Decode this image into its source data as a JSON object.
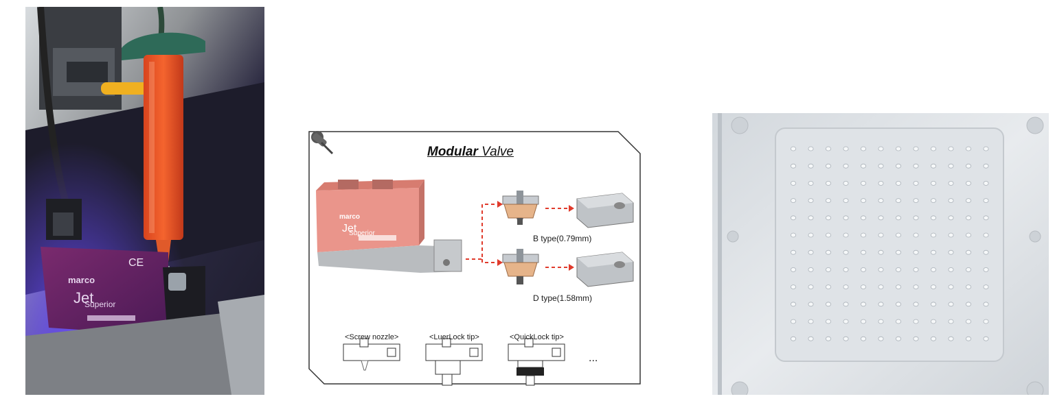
{
  "photo": {
    "brand": "marco",
    "product_main": "Jet",
    "product_sub": "Superior",
    "mark": "CE"
  },
  "diagram": {
    "title_strong": "Modular",
    "title_rest": " Valve",
    "brand": "marco",
    "product_main": "Jet",
    "product_sub": "Superior",
    "nozzle_b_label": "B type(0.79mm)",
    "nozzle_d_label": "D type(1.58mm)",
    "tip_screw_label": "<Screw nozzle>",
    "tip_luer_label": "<LuerLock tip>",
    "tip_quick_label": "<QuickLock tip>",
    "more_label": "...",
    "arrow_color": "#e03a2b",
    "valve_color": "#e88a7e"
  },
  "plate": {
    "dot_grid": {
      "rows": 12,
      "cols": 12
    }
  }
}
